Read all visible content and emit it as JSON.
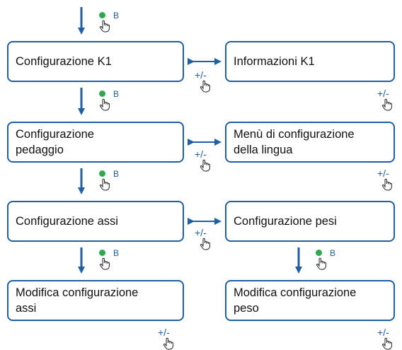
{
  "boxes": {
    "conf_k1": "Configurazione  K1",
    "info_k1": "Informazioni K1",
    "conf_pedaggio_l1": "Configurazione",
    "conf_pedaggio_l2": "pedaggio",
    "menu_lingua_l1": "Menù di configurazione",
    "menu_lingua_l2": "della lingua",
    "conf_assi": "Configurazione assi",
    "conf_pesi": "Configurazione pesi",
    "mod_assi_l1": "Modifica configurazione",
    "mod_assi_l2": "assi",
    "mod_peso_l1": "Modifica configurazione",
    "mod_peso_l2": "peso"
  },
  "labels": {
    "button_b": "B",
    "plus_minus": "+/-"
  },
  "colors": {
    "accent": "#1f5fa3",
    "dot": "#2fa84f"
  },
  "icons": [
    "hand-pointer-icon",
    "green-dot-icon",
    "arrow-down-icon",
    "double-arrow-icon"
  ]
}
